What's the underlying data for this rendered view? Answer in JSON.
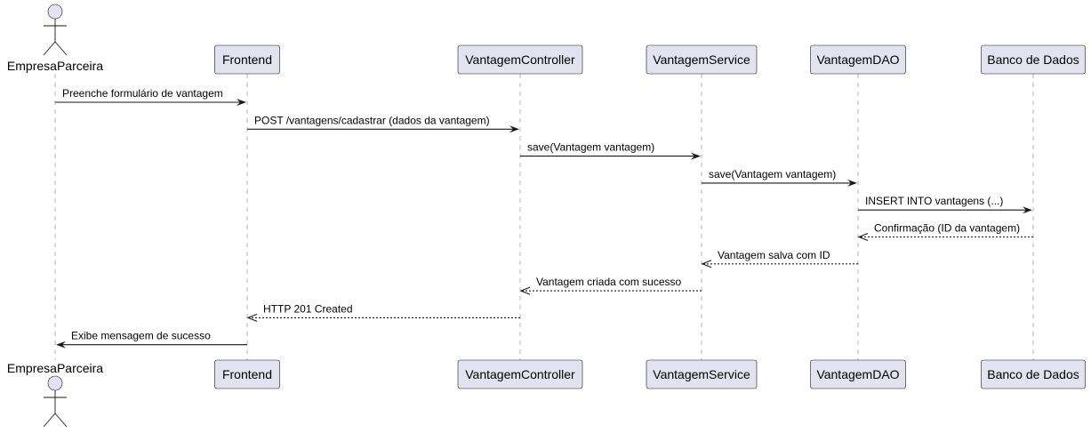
{
  "participants": [
    {
      "id": "actor",
      "kind": "actor",
      "label": "EmpresaParceira"
    },
    {
      "id": "frontend",
      "kind": "participant",
      "label": "Frontend"
    },
    {
      "id": "controller",
      "kind": "participant",
      "label": "VantagemController"
    },
    {
      "id": "service",
      "kind": "participant",
      "label": "VantagemService"
    },
    {
      "id": "dao",
      "kind": "participant",
      "label": "VantagemDAO"
    },
    {
      "id": "db",
      "kind": "participant",
      "label": "Banco de Dados"
    }
  ],
  "messages": [
    {
      "from": "actor",
      "to": "frontend",
      "label": "Preenche formulário de vantagem",
      "style": "sync"
    },
    {
      "from": "frontend",
      "to": "controller",
      "label": "POST /vantagens/cadastrar (dados da vantagem)",
      "style": "sync"
    },
    {
      "from": "controller",
      "to": "service",
      "label": "save(Vantagem vantagem)",
      "style": "sync"
    },
    {
      "from": "service",
      "to": "dao",
      "label": "save(Vantagem vantagem)",
      "style": "sync"
    },
    {
      "from": "dao",
      "to": "db",
      "label": "INSERT INTO vantagens (...)",
      "style": "sync"
    },
    {
      "from": "db",
      "to": "dao",
      "label": "Confirmação (ID da vantagem)",
      "style": "reply"
    },
    {
      "from": "dao",
      "to": "service",
      "label": "Vantagem salva com ID",
      "style": "reply"
    },
    {
      "from": "service",
      "to": "controller",
      "label": "Vantagem criada com sucesso",
      "style": "reply"
    },
    {
      "from": "controller",
      "to": "frontend",
      "label": "HTTP 201 Created",
      "style": "reply"
    },
    {
      "from": "frontend",
      "to": "actor",
      "label": "Exibe mensagem de sucesso",
      "style": "sync"
    }
  ],
  "colors": {
    "participant_fill": "#e2e2f0",
    "border": "#181818",
    "lifeline": "#b4b4b4",
    "background": "#ffffff"
  }
}
